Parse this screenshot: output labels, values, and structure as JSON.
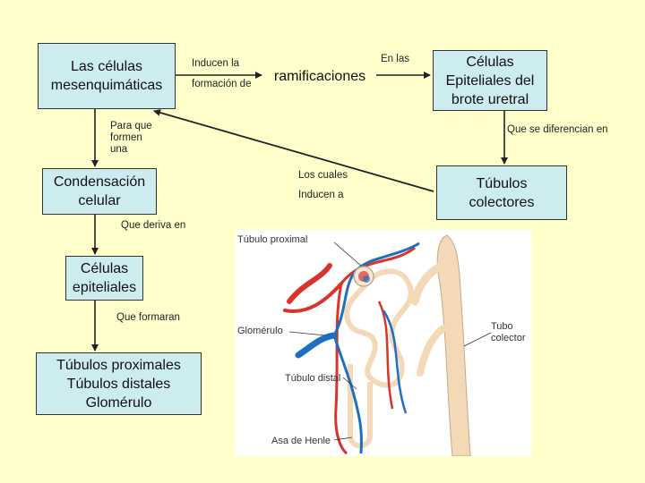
{
  "boxes": {
    "mesenquimaticas": "Las células\nmesenquimáticas",
    "ramificaciones": "ramificaciones",
    "epiteliales_brote": "Células\nEpiteliales del\nbrote uretral",
    "condensacion": "Condensación\ncelular",
    "tubulos_colectores": "Túbulos\ncolectores",
    "celulas_epiteliales": "Células\nepiteliales",
    "resultado": "Túbulos proximales\nTúbulos distales\nGlomérulo"
  },
  "labels": {
    "inducen_la": "Inducen la",
    "formacion_de": "formación de",
    "en_las": "En las",
    "para_que": "Para que\nformen\nuna",
    "que_se_diferencian": "Que se diferencian en",
    "los_cuales": "Los cuales",
    "inducen_a": "Inducen a",
    "que_deriva": "Que deriva en",
    "que_formaran": "Que formaran"
  },
  "illustration": {
    "tubulo_proximal": "Túbulo proximal",
    "glomerulo": "Glomérulo",
    "tubulo_distal": "Túbulo distal",
    "asa_henle": "Asa de Henle",
    "tubo_colector": "Tubo\ncolector"
  },
  "colors": {
    "background": "#FFFFCC",
    "box_fill": "#CCECF0",
    "artery": "#D9342B",
    "vein": "#1E6FC2",
    "tubule": "#F3D9B8"
  }
}
